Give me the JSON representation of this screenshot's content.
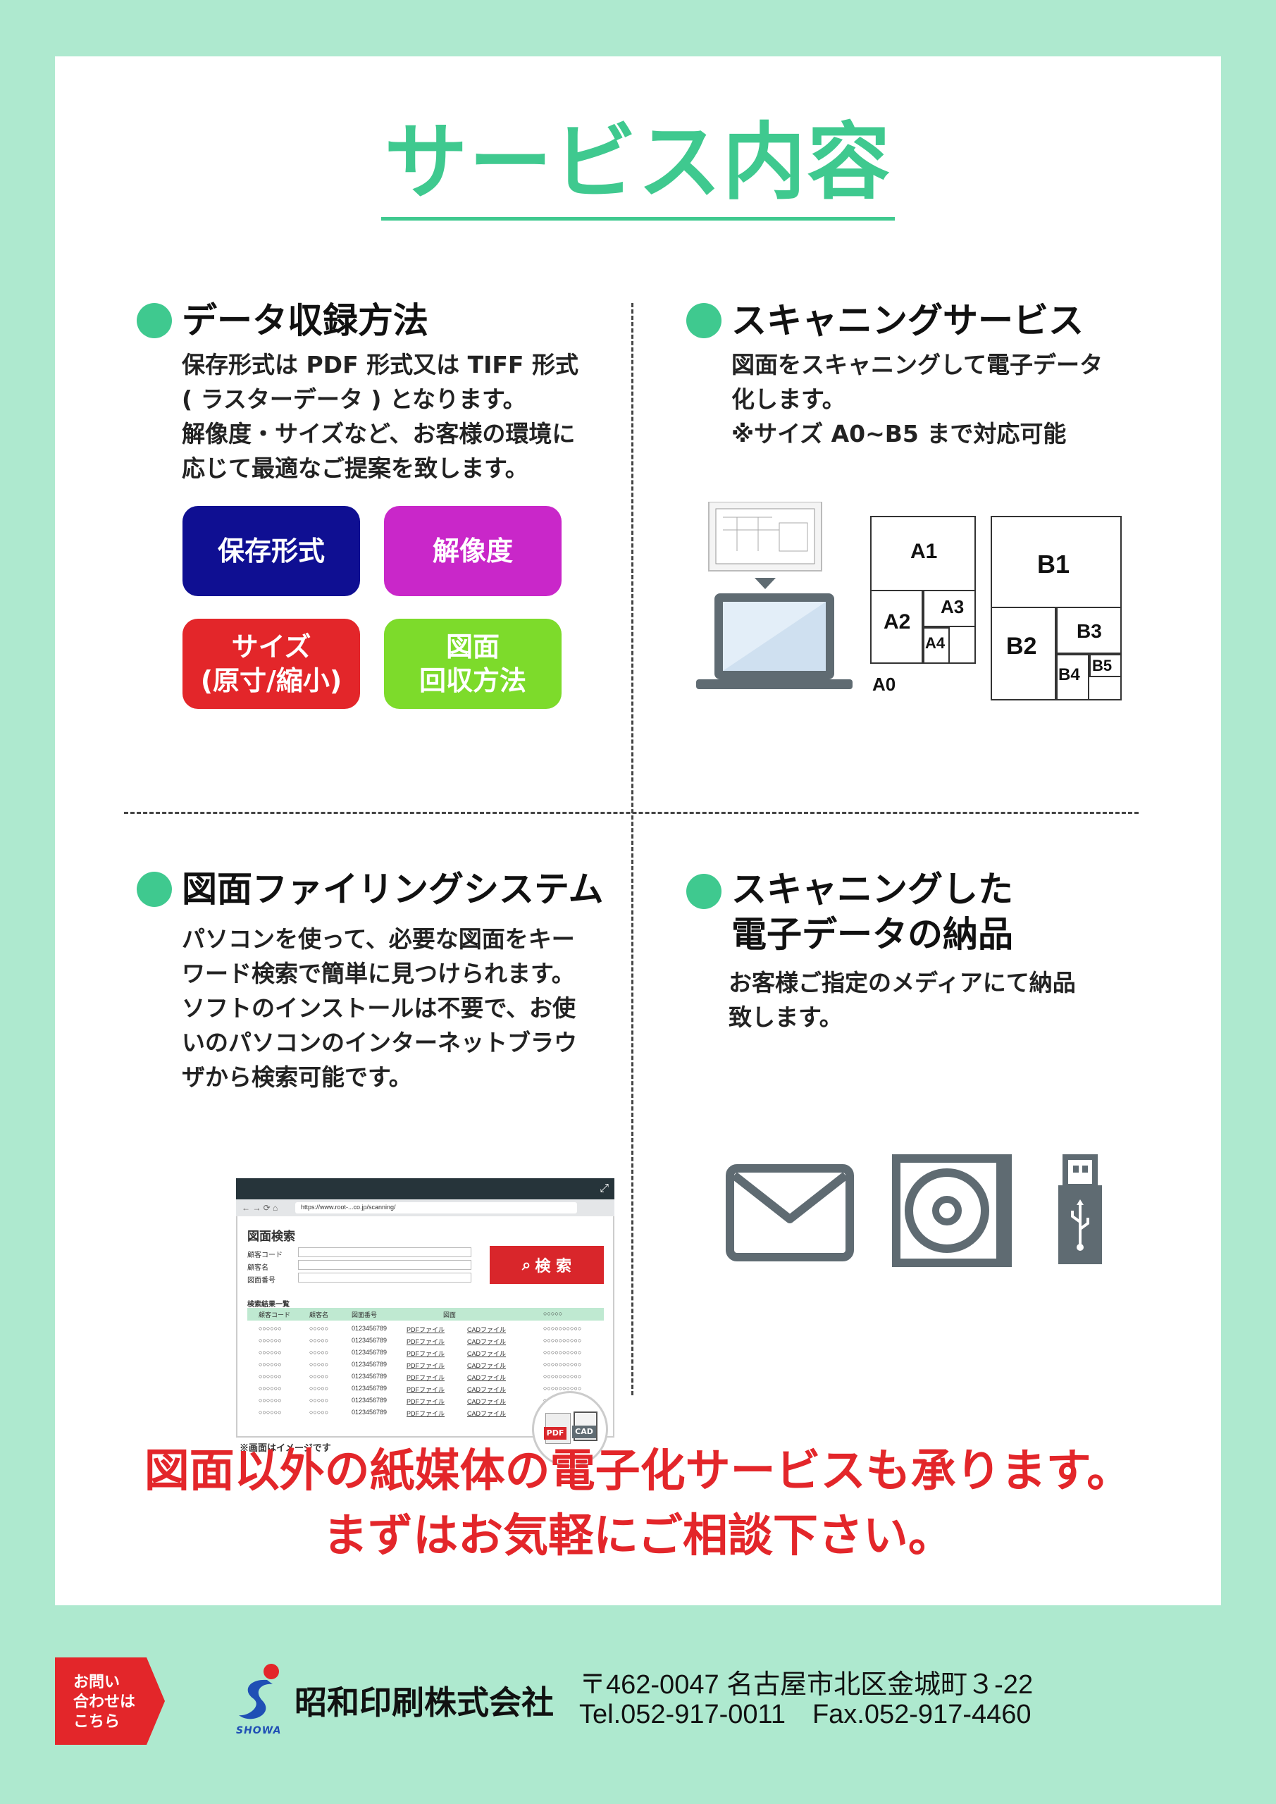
{
  "title": "サービス内容",
  "sections": {
    "data": {
      "title": "データ収録方法",
      "lines": [
        "保存形式は PDF 形式又は TIFF 形式",
        "( ラスターデータ ) となります。",
        "解像度・サイズなど、お客様の環境に",
        "応じて最適なご提案を致します。"
      ],
      "tiles": [
        {
          "line1": "保存形式",
          "line2": "",
          "color": "#0f0f92"
        },
        {
          "line1": "解像度",
          "line2": "",
          "color": "#c927c9"
        },
        {
          "line1": "サイズ",
          "line2": "(原寸/縮小)",
          "color": "#e3262a"
        },
        {
          "line1": "図面",
          "line2": "回収方法",
          "color": "#7ddb2b"
        }
      ]
    },
    "scan": {
      "title": "スキャニングサービス",
      "lines": [
        "図面をスキャニングして電子データ",
        "化します。",
        "※サイズ A0~B5 まで対応可能"
      ],
      "paper_labels": {
        "a0": "A0",
        "a1": "A1",
        "a2": "A2",
        "a3": "A3",
        "a4": "A4",
        "b1": "B1",
        "b2": "B2",
        "b3": "B3",
        "b4": "B4",
        "b5": "B5"
      }
    },
    "filing": {
      "title": "図面ファイリングシステム",
      "lines": [
        "パソコンを使って、必要な図面をキー",
        "ワード検索で簡単に見つけられます。",
        "ソフトのインストールは不要で、お使",
        "いのパソコンのインターネットブラウ",
        "ザから検索可能です。"
      ],
      "mockup": {
        "url": "https://www.root-...co.jp/scanning/",
        "heading": "図面検索",
        "fields": [
          "顧客コード",
          "顧客名",
          "図面番号"
        ],
        "search_button": "検 索",
        "results_label": "検索結果一覧",
        "columns": [
          "顧客コード",
          "顧客名",
          "図面番号",
          "図面",
          "○○○○○"
        ],
        "row": [
          "○○○○○○",
          "○○○○○",
          "0123456789",
          "PDFファイル",
          "CADファイル",
          "○○○○○○○○○○"
        ],
        "row_count": 8,
        "pdf_label": "PDF",
        "cad_label": "CAD",
        "note": "※画面はイメージです"
      }
    },
    "delivery": {
      "title_line1": "スキャニングした",
      "title_line2": "電子データの納品",
      "lines": [
        "お客様ご指定のメディアにて納品",
        "致します。"
      ]
    }
  },
  "cta": {
    "line1": "図面以外の紙媒体の電子化サービスも承ります。",
    "line2": "まずはお気軽にご相談下さい。"
  },
  "footer": {
    "inquiry_lines": [
      "お問い",
      "合わせは",
      "こちら"
    ],
    "logo_text": "SHOWA",
    "company": "昭和印刷株式会社",
    "address": "〒462-0047 名古屋市北区金城町３-22",
    "contact": "Tel.052-917-0011　Fax.052-917-4460"
  },
  "colors": {
    "background": "#aee9cf",
    "accent": "#3fc98f",
    "cta_red": "#e3262a",
    "icon_gray": "#5f6b72"
  }
}
